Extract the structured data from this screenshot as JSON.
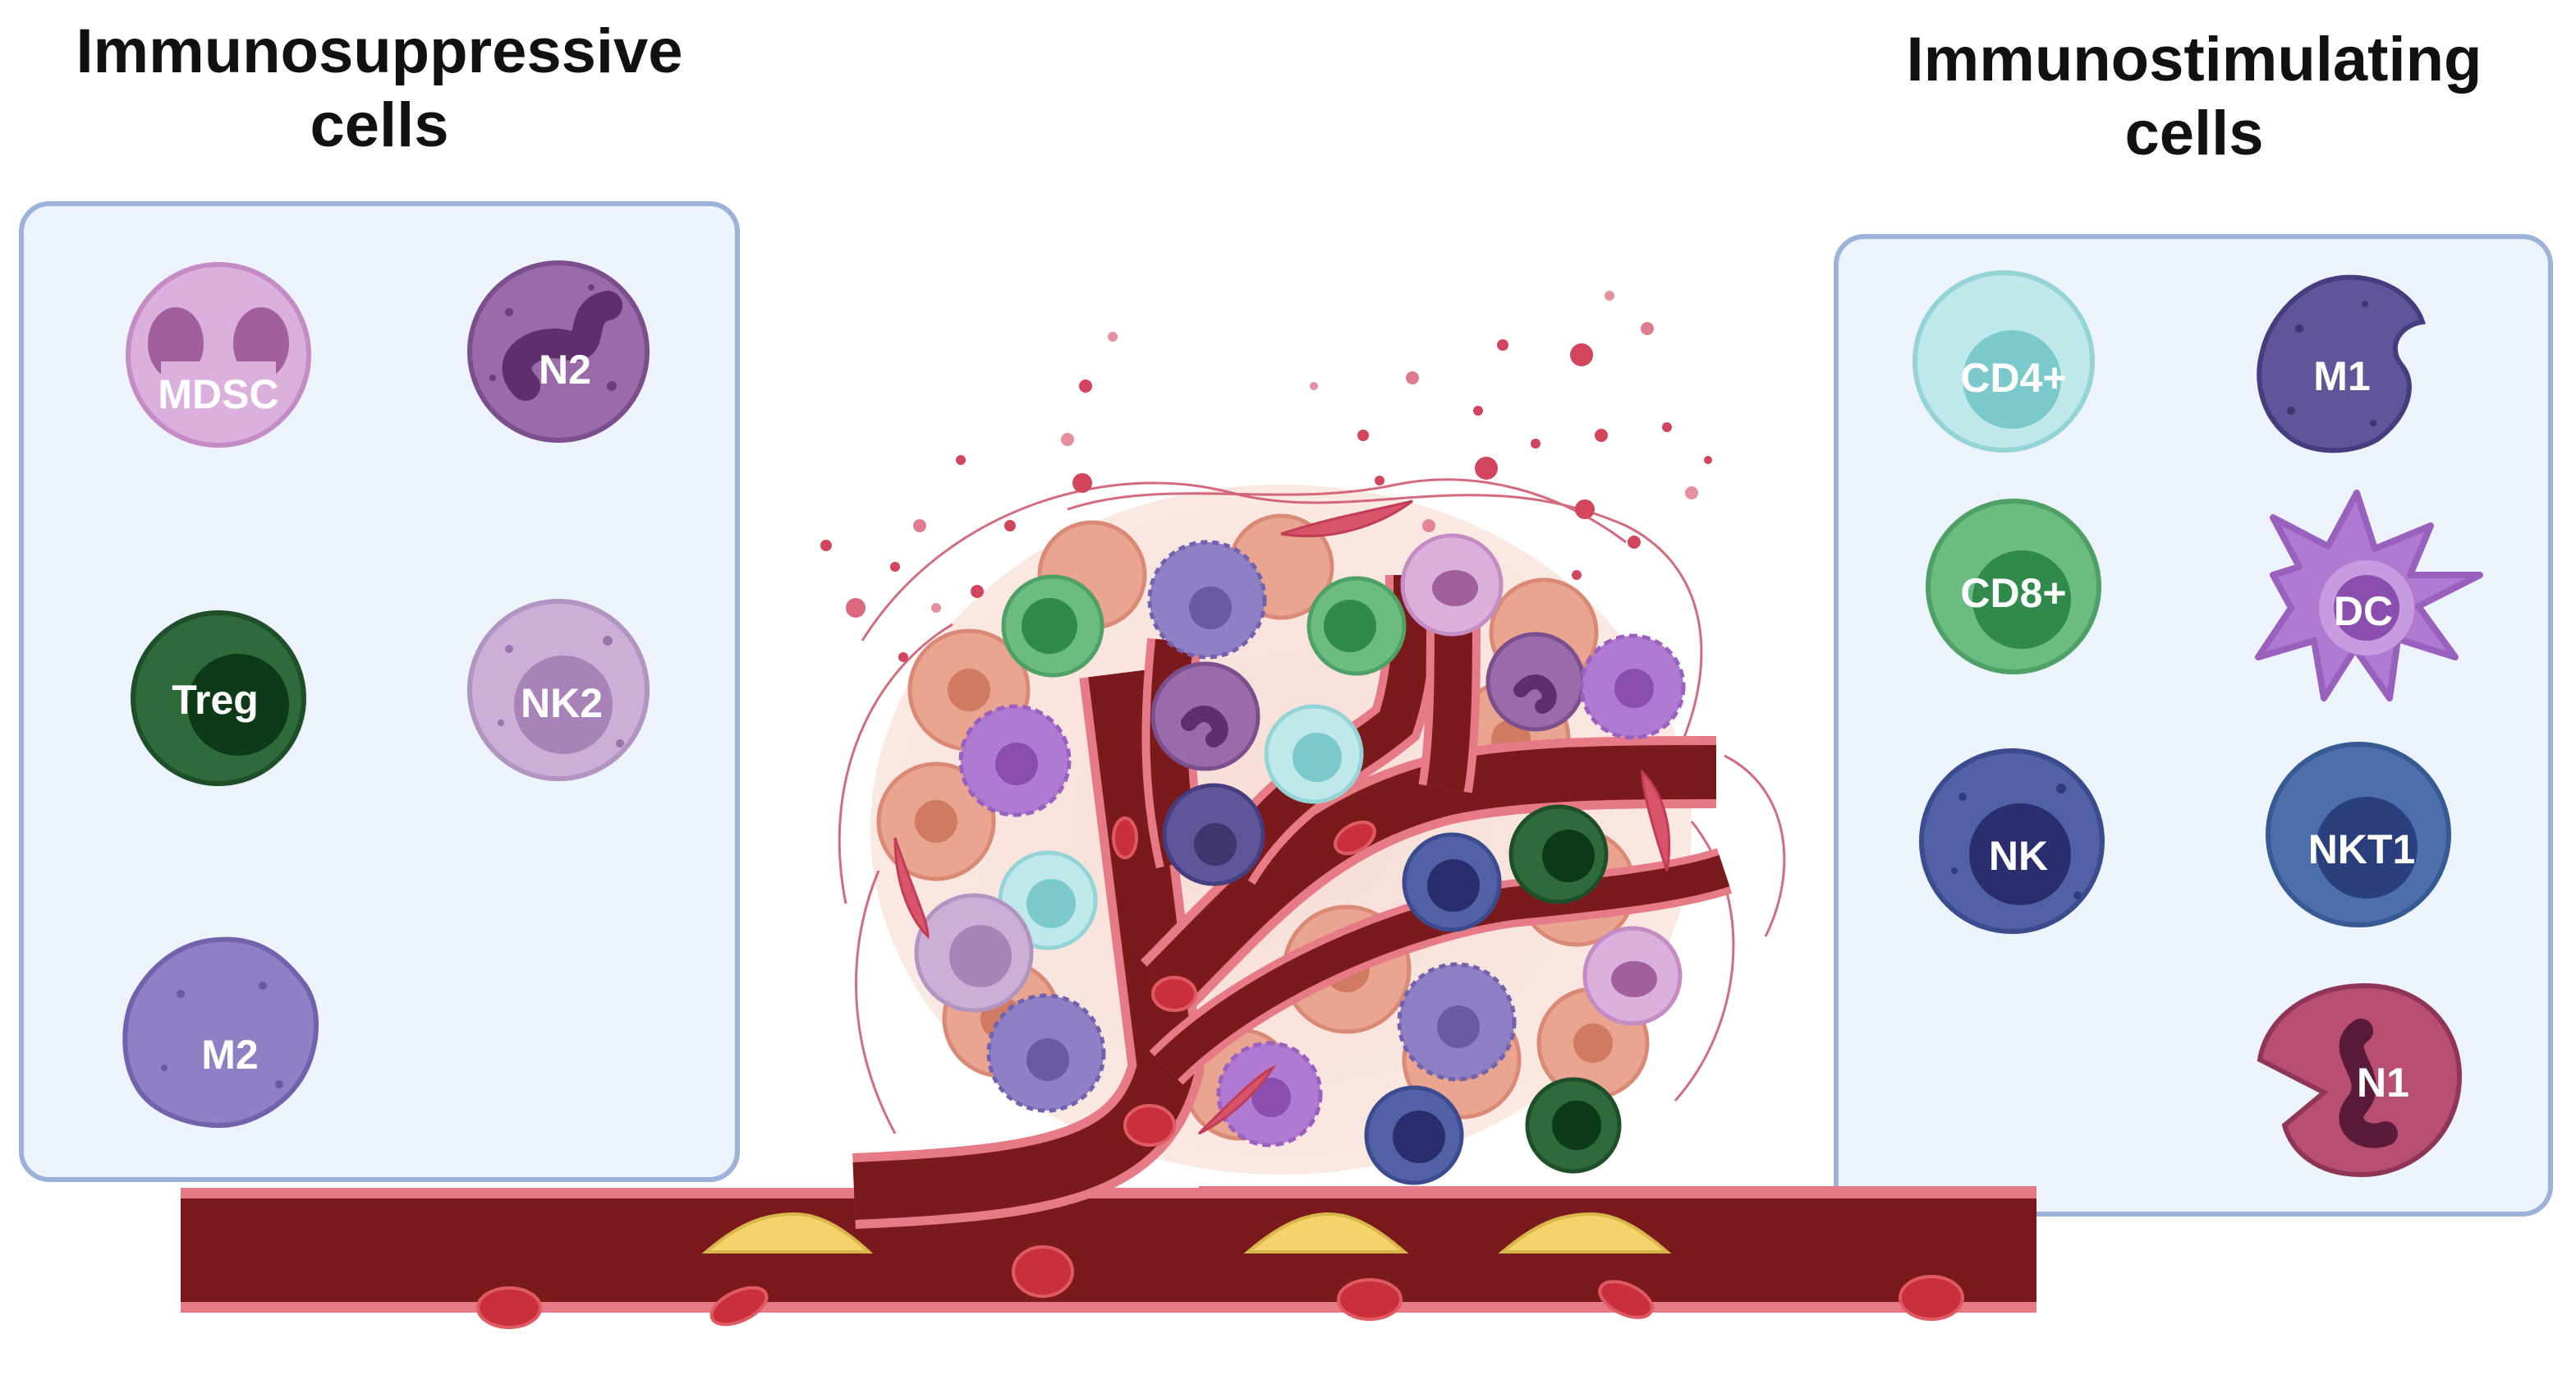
{
  "titles": {
    "left_line1": "Immunosuppressive",
    "left_line2": "cells",
    "right_line1": "Immunostimulating",
    "right_line2": "cells"
  },
  "suppressive_cells": {
    "mdsc": "MDSC",
    "n2": "N2",
    "treg": "Treg",
    "nk2": "NK2",
    "m2": "M2"
  },
  "stimulating_cells": {
    "cd4": "CD4+",
    "m1": "M1",
    "cd8": "CD8+",
    "dc": "DC",
    "nk": "NK",
    "nkt1": "NKT1",
    "n1": "N1"
  }
}
